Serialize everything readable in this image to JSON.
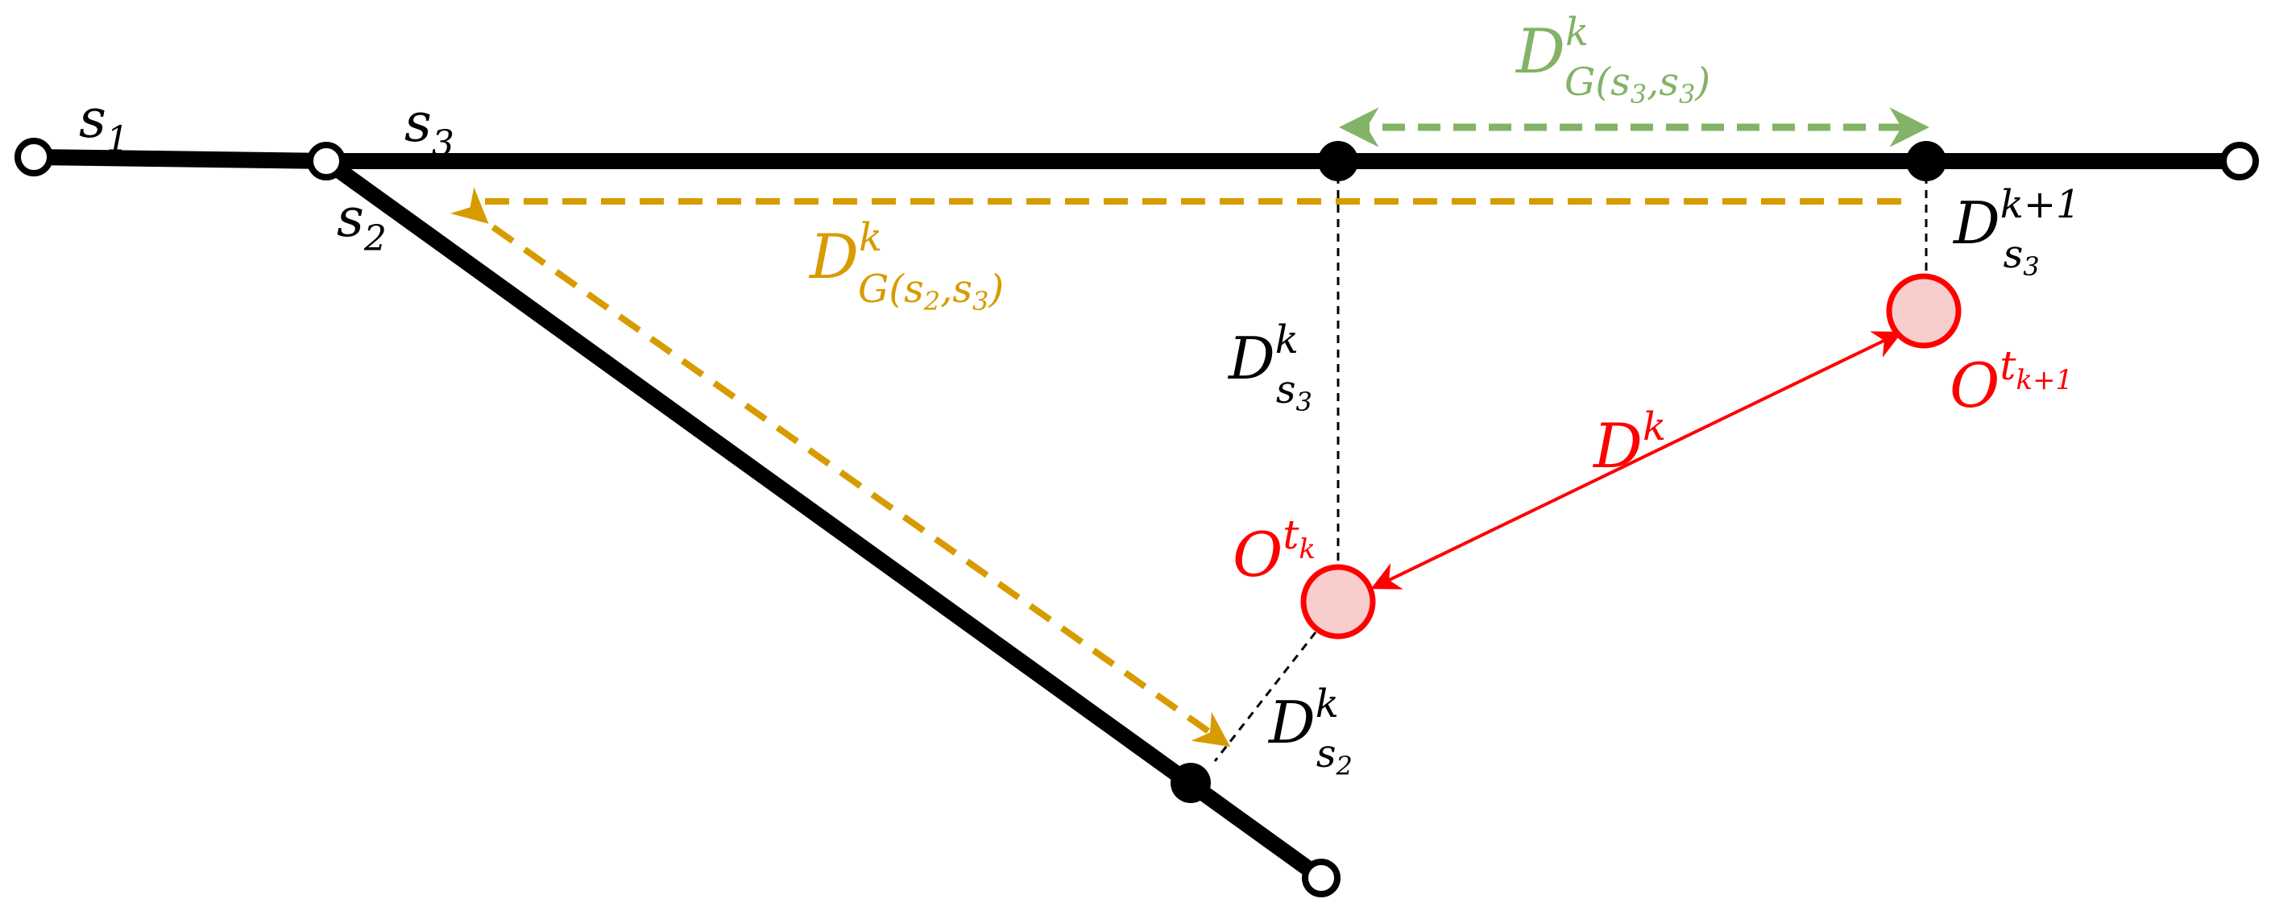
{
  "colors": {
    "road": "#000000",
    "green": "#82b366",
    "gold": "#d79b00",
    "red": "#ff0000",
    "node_fill": "#ffffff",
    "obs_fill": "#f8cecc",
    "leader": "#000000"
  },
  "labels": {
    "s1": {
      "base": "s",
      "sub": "1"
    },
    "s3": {
      "base": "s",
      "sub": "3"
    },
    "s2": {
      "base": "s",
      "sub": "2"
    },
    "dg33": {
      "base": "D",
      "sup": "k",
      "sub": "G(s",
      "sub2": "3",
      "sub3": ",s",
      "sub4": "3",
      "sub5": ")"
    },
    "dg23": {
      "base": "D",
      "sup": "k",
      "sub": "G(s",
      "sub2": "2",
      "sub3": ",s",
      "sub4": "3",
      "sub5": ")"
    },
    "ds3k1": {
      "base": "D",
      "sup": "k+1",
      "sub": "s",
      "sub2": "3"
    },
    "ds3k": {
      "base": "D",
      "sup": "k",
      "sub": "s",
      "sub2": "3"
    },
    "ds2k": {
      "base": "D",
      "sup": "k",
      "sub": "s",
      "sub2": "2"
    },
    "dk": {
      "base": "D",
      "sup": "k"
    },
    "otk": {
      "base": "O",
      "sup": "t",
      "supsub": "k"
    },
    "otk1": {
      "base": "O",
      "sup": "t",
      "supsub": "k+1"
    }
  }
}
